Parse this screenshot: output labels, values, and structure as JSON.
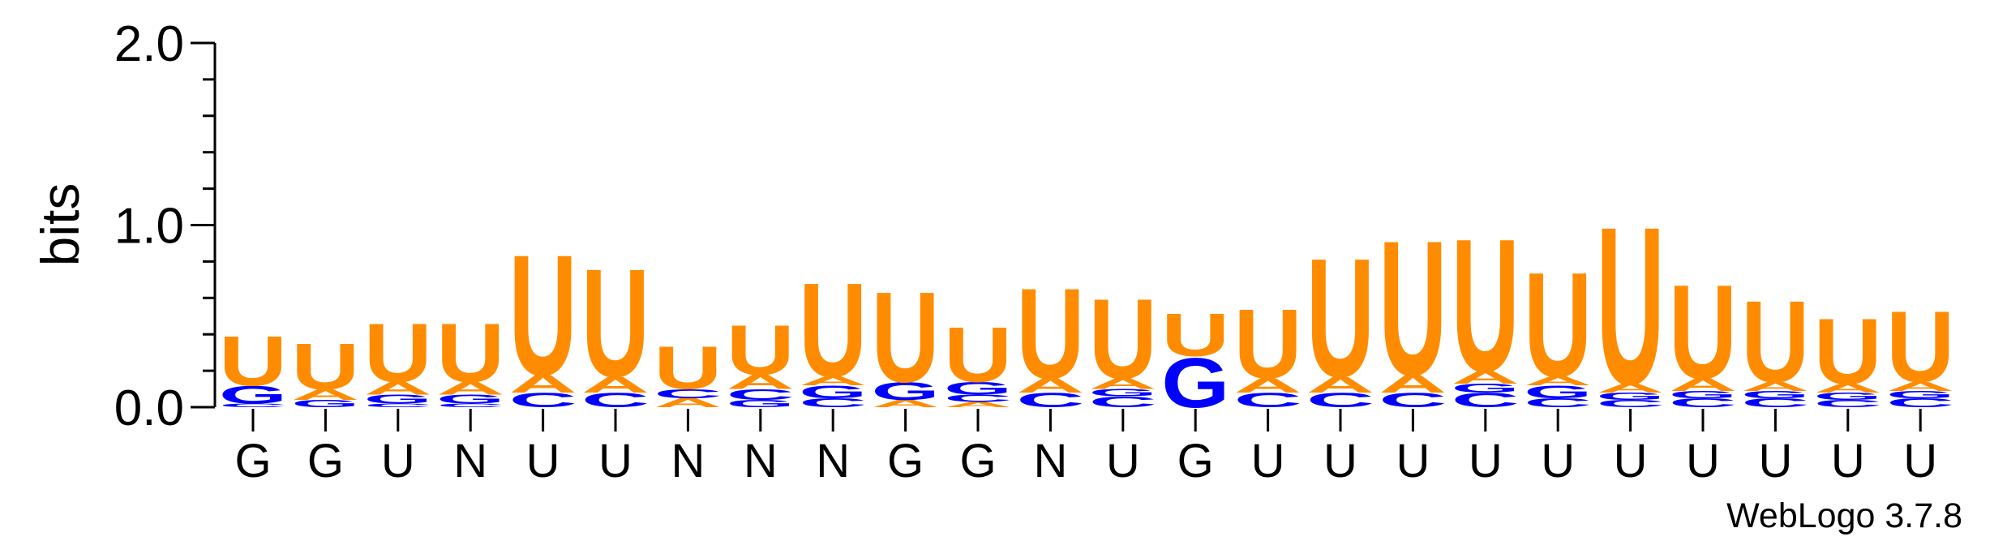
{
  "colors": {
    "U": "#ff8c00",
    "A": "#ff8c00",
    "G": "#0000ff",
    "C": "#0000ff",
    "axis": "#000000"
  },
  "chart_data": {
    "type": "sequence-logo",
    "ylabel": "bits",
    "ylim": [
      0,
      2
    ],
    "yticks": [
      "0.0",
      "1.0",
      "2.0"
    ],
    "xlabels": [
      "G",
      "G",
      "U",
      "N",
      "U",
      "U",
      "N",
      "N",
      "N",
      "G",
      "G",
      "N",
      "U",
      "G",
      "U",
      "U",
      "U",
      "U",
      "U",
      "U",
      "U",
      "U",
      "U",
      "U"
    ],
    "watermark": "WebLogo 3.7.8",
    "columns": [
      [
        {
          "l": "C",
          "h": 0.02
        },
        {
          "l": "G",
          "h": 0.1
        },
        {
          "l": "U",
          "h": 0.28
        }
      ],
      [
        {
          "l": "G",
          "h": 0.04
        },
        {
          "l": "A",
          "h": 0.06
        },
        {
          "l": "U",
          "h": 0.26
        }
      ],
      [
        {
          "l": "C",
          "h": 0.02
        },
        {
          "l": "G",
          "h": 0.05
        },
        {
          "l": "A",
          "h": 0.07
        },
        {
          "l": "U",
          "h": 0.33
        }
      ],
      [
        {
          "l": "C",
          "h": 0.02
        },
        {
          "l": "G",
          "h": 0.05
        },
        {
          "l": "A",
          "h": 0.07
        },
        {
          "l": "U",
          "h": 0.33
        }
      ],
      [
        {
          "l": "C",
          "h": 0.08
        },
        {
          "l": "A",
          "h": 0.1
        },
        {
          "l": "U",
          "h": 0.68
        }
      ],
      [
        {
          "l": "C",
          "h": 0.08
        },
        {
          "l": "A",
          "h": 0.09
        },
        {
          "l": "U",
          "h": 0.61
        }
      ],
      [
        {
          "l": "A",
          "h": 0.05
        },
        {
          "l": "C",
          "h": 0.05
        },
        {
          "l": "U",
          "h": 0.24
        }
      ],
      [
        {
          "l": "G",
          "h": 0.04
        },
        {
          "l": "C",
          "h": 0.06
        },
        {
          "l": "A",
          "h": 0.08
        },
        {
          "l": "U",
          "h": 0.28
        }
      ],
      [
        {
          "l": "C",
          "h": 0.05
        },
        {
          "l": "G",
          "h": 0.07
        },
        {
          "l": "A",
          "h": 0.05
        },
        {
          "l": "U",
          "h": 0.53
        }
      ],
      [
        {
          "l": "A",
          "h": 0.04
        },
        {
          "l": "G",
          "h": 0.1
        },
        {
          "l": "U",
          "h": 0.51
        }
      ],
      [
        {
          "l": "A",
          "h": 0.03
        },
        {
          "l": "C",
          "h": 0.04
        },
        {
          "l": "G",
          "h": 0.07
        },
        {
          "l": "U",
          "h": 0.31
        }
      ],
      [
        {
          "l": "C",
          "h": 0.08
        },
        {
          "l": "A",
          "h": 0.08
        },
        {
          "l": "U",
          "h": 0.51
        }
      ],
      [
        {
          "l": "C",
          "h": 0.06
        },
        {
          "l": "G",
          "h": 0.04
        },
        {
          "l": "A",
          "h": 0.06
        },
        {
          "l": "U",
          "h": 0.45
        }
      ],
      [
        {
          "l": "G",
          "h": 0.28
        },
        {
          "l": "U",
          "h": 0.24
        }
      ],
      [
        {
          "l": "C",
          "h": 0.08
        },
        {
          "l": "A",
          "h": 0.08
        },
        {
          "l": "U",
          "h": 0.39
        }
      ],
      [
        {
          "l": "C",
          "h": 0.08
        },
        {
          "l": "A",
          "h": 0.09
        },
        {
          "l": "U",
          "h": 0.67
        }
      ],
      [
        {
          "l": "C",
          "h": 0.08
        },
        {
          "l": "A",
          "h": 0.1
        },
        {
          "l": "U",
          "h": 0.76
        }
      ],
      [
        {
          "l": "C",
          "h": 0.08
        },
        {
          "l": "G",
          "h": 0.05
        },
        {
          "l": "A",
          "h": 0.07
        },
        {
          "l": "U",
          "h": 0.75
        }
      ],
      [
        {
          "l": "C",
          "h": 0.05
        },
        {
          "l": "G",
          "h": 0.07
        },
        {
          "l": "A",
          "h": 0.05
        },
        {
          "l": "U",
          "h": 0.59
        }
      ],
      [
        {
          "l": "C",
          "h": 0.04
        },
        {
          "l": "G",
          "h": 0.04
        },
        {
          "l": "A",
          "h": 0.05
        },
        {
          "l": "U",
          "h": 0.89
        }
      ],
      [
        {
          "l": "C",
          "h": 0.05
        },
        {
          "l": "G",
          "h": 0.04
        },
        {
          "l": "A",
          "h": 0.07
        },
        {
          "l": "U",
          "h": 0.53
        }
      ],
      [
        {
          "l": "C",
          "h": 0.05
        },
        {
          "l": "G",
          "h": 0.04
        },
        {
          "l": "A",
          "h": 0.05
        },
        {
          "l": "U",
          "h": 0.46
        }
      ],
      [
        {
          "l": "C",
          "h": 0.04
        },
        {
          "l": "G",
          "h": 0.04
        },
        {
          "l": "A",
          "h": 0.05
        },
        {
          "l": "U",
          "h": 0.37
        }
      ],
      [
        {
          "l": "C",
          "h": 0.05
        },
        {
          "l": "G",
          "h": 0.04
        },
        {
          "l": "A",
          "h": 0.05
        },
        {
          "l": "U",
          "h": 0.4
        }
      ]
    ]
  }
}
